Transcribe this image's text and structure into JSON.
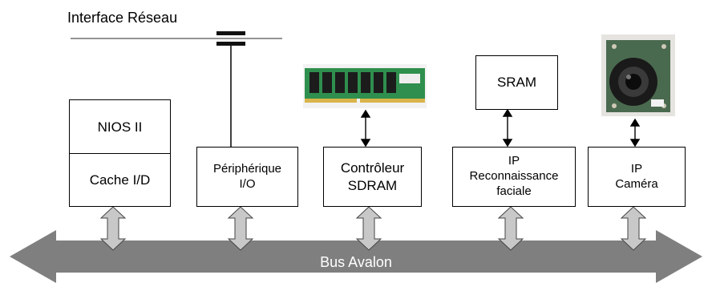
{
  "network": {
    "label": "Interface Réseau"
  },
  "bus": {
    "label": "Bus Avalon"
  },
  "blocks": {
    "nios": {
      "top": "NIOS II",
      "bottom": "Cache I/D"
    },
    "io": {
      "line1": "Périphérique",
      "line2": "I/O"
    },
    "sdram_ctrl": {
      "line1": "Contrôleur",
      "line2": "SDRAM"
    },
    "ip_face": {
      "line1": "IP",
      "line2": "Reconnaissance",
      "line3": "faciale"
    },
    "ip_cam": {
      "line1": "IP",
      "line2": "Caméra"
    },
    "sram": {
      "label": "SRAM"
    }
  },
  "images": {
    "ram_module": "ram-module-icon",
    "camera": "camera-icon"
  },
  "colors": {
    "bus": "#7f7f7f",
    "connector": "#c8c8c8",
    "pcb": "#2f8f4e",
    "chip": "#1c1c1c"
  }
}
